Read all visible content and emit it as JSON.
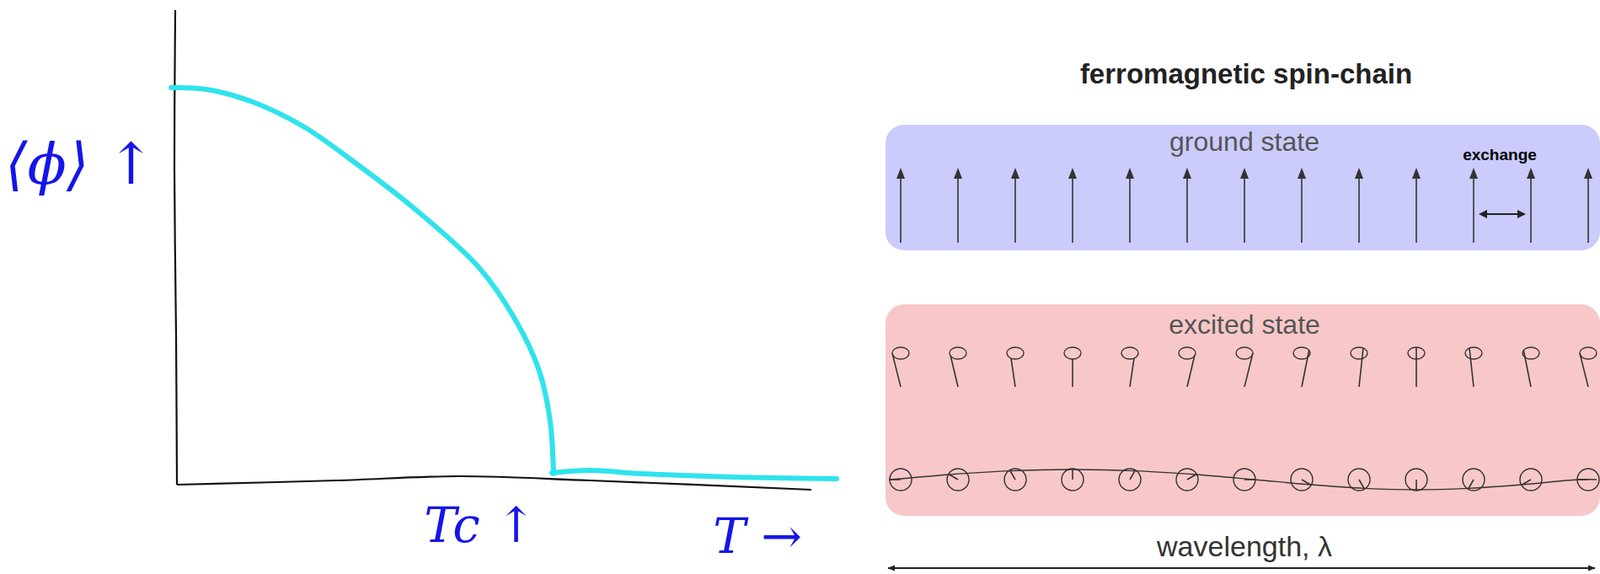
{
  "diagram": {
    "title": "ferromagnetic spin-chain",
    "nodes": [
      {
        "text": [
          "ground state",
          "exchange"
        ]
      },
      {
        "text": [
          "excited state"
        ]
      }
    ],
    "labels": [
      "⟨ϕ⟩ ↑",
      "Tc ↑",
      "T →",
      "wavelength, λ"
    ]
  }
}
